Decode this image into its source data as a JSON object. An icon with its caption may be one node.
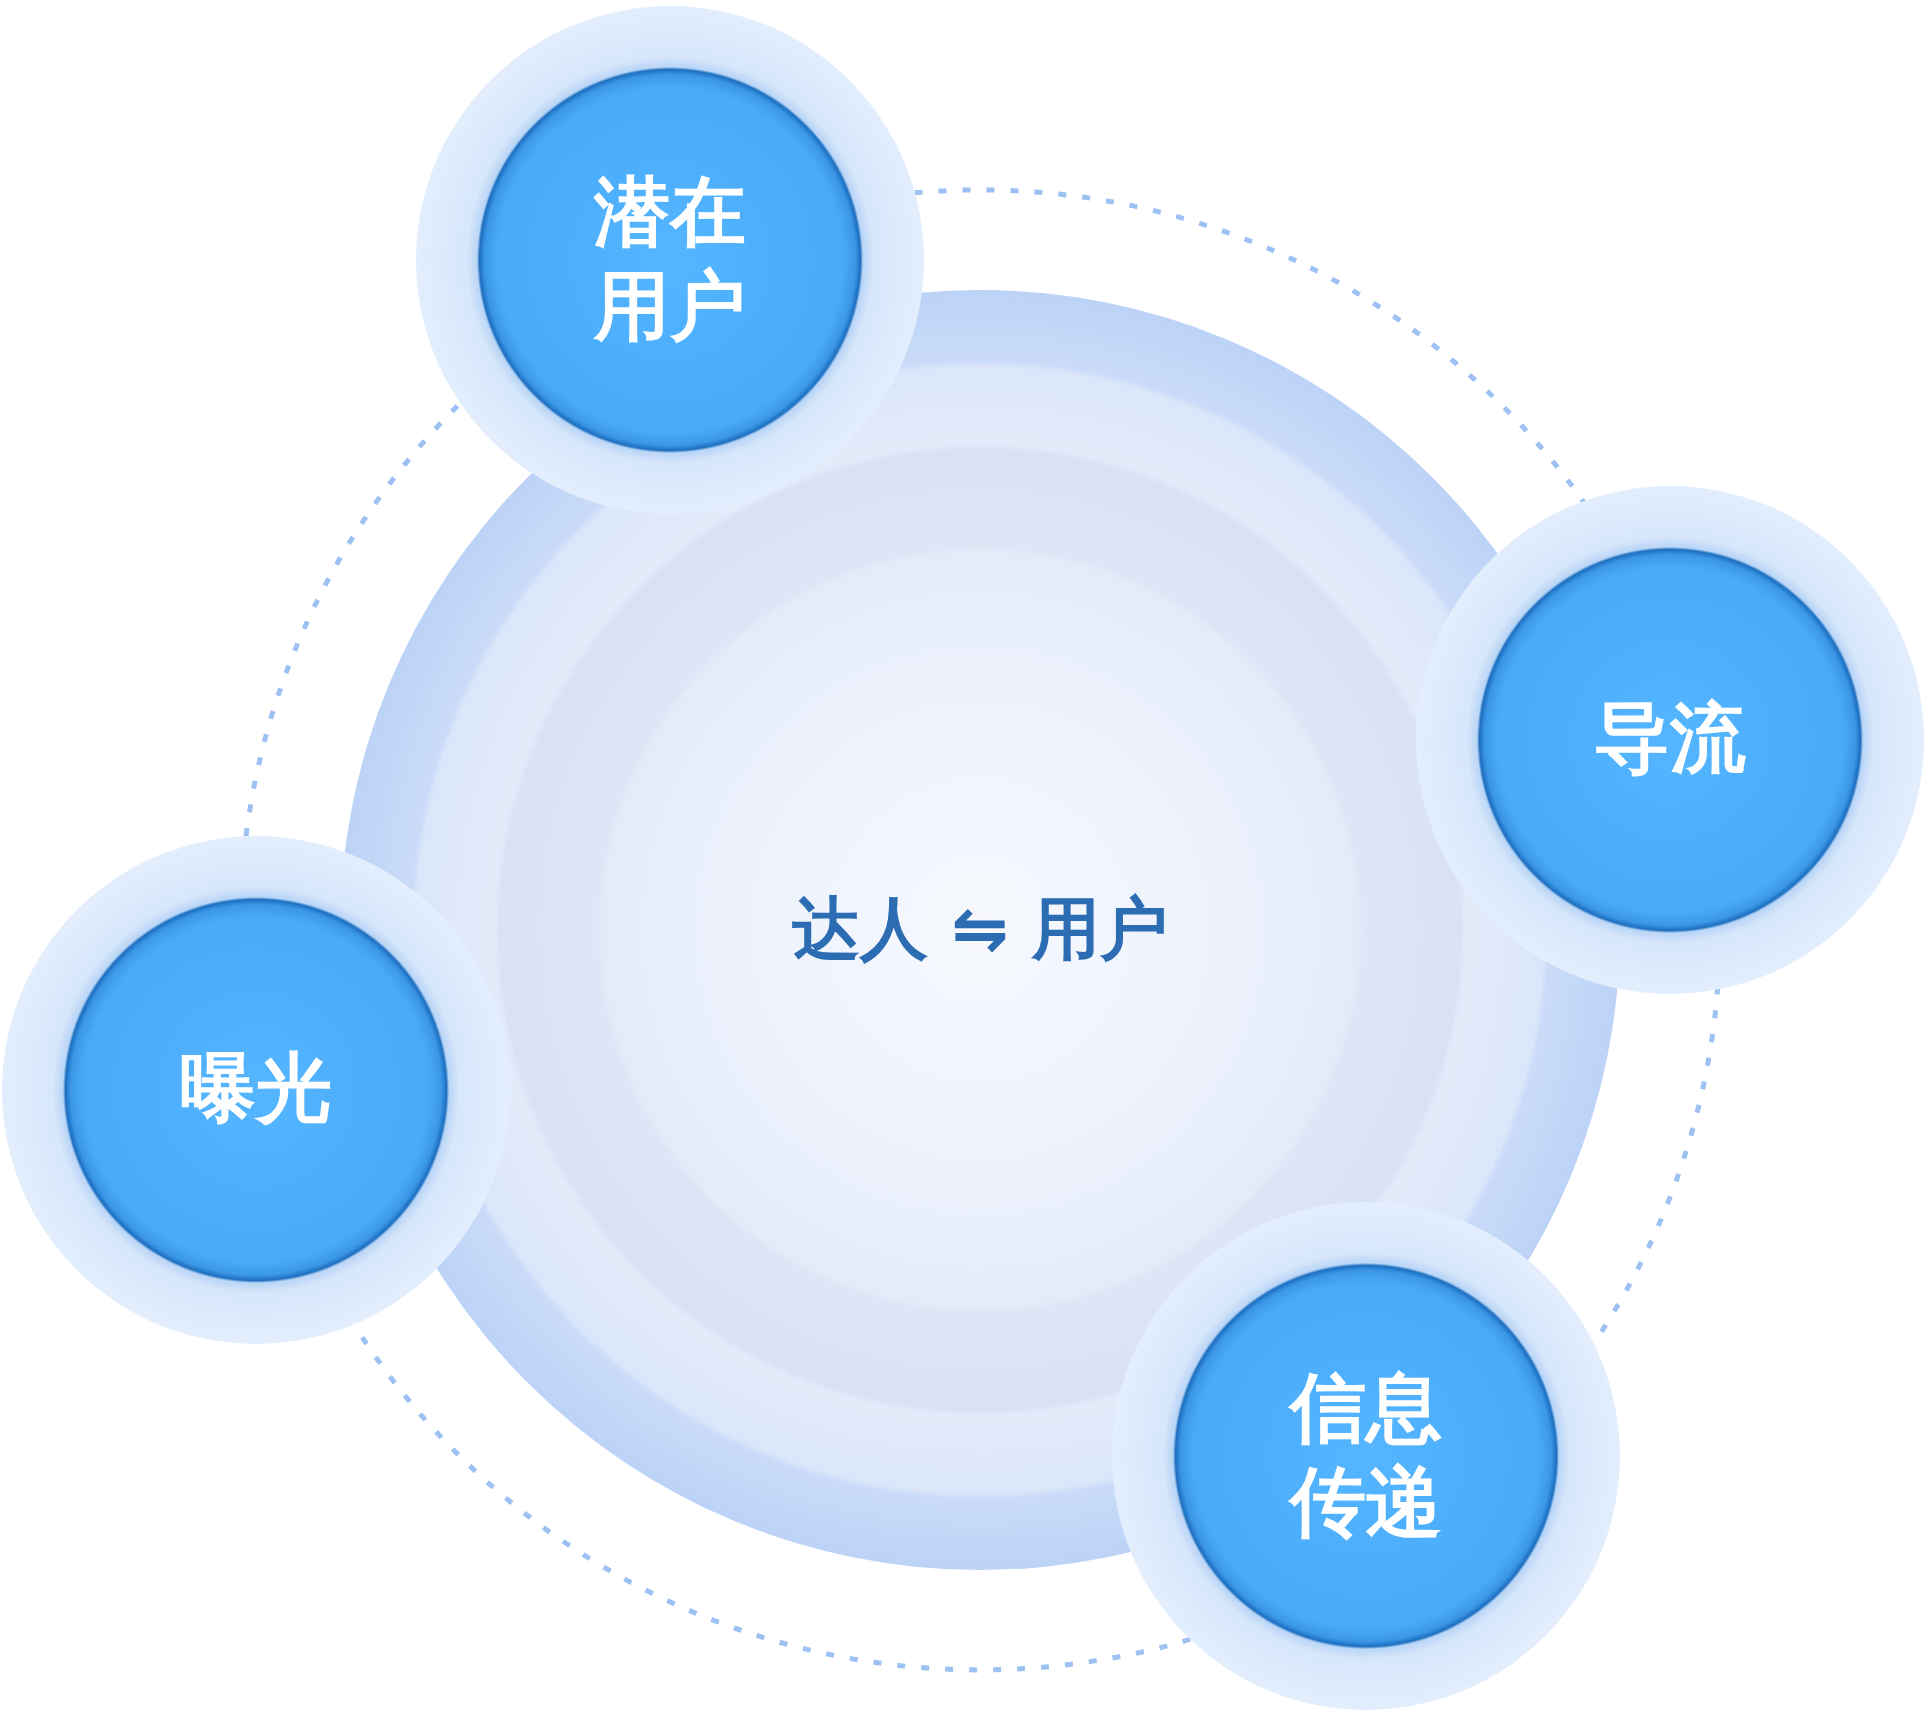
{
  "diagram": {
    "nodes": [
      {
        "text": [
          "达人 ⇋ 用户"
        ]
      },
      {
        "text": [
          "潜在用户"
        ]
      },
      {
        "text": [
          "导流"
        ]
      },
      {
        "text": [
          "曝光"
        ]
      },
      {
        "text": [
          "信息传递"
        ]
      }
    ],
    "edges": [
      {
        "from": 1,
        "to": 2,
        "arrow": "none",
        "style": "dashed"
      },
      {
        "from": 2,
        "to": 4,
        "arrow": "none",
        "style": "dashed"
      },
      {
        "from": 4,
        "to": 3,
        "arrow": "none",
        "style": "dashed"
      },
      {
        "from": 3,
        "to": 1,
        "arrow": "none",
        "style": "dashed"
      }
    ]
  }
}
